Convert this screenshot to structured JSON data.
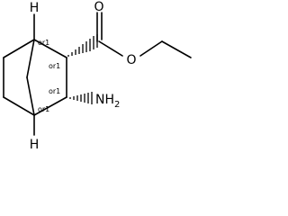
{
  "structure": {
    "hydrogen_top": "H",
    "hydrogen_bottom": "H",
    "carbonyl_oxygen": "O",
    "ester_oxygen": "O",
    "amine_main": "NH",
    "amine_sub": "2",
    "stereo_label": "or1"
  }
}
